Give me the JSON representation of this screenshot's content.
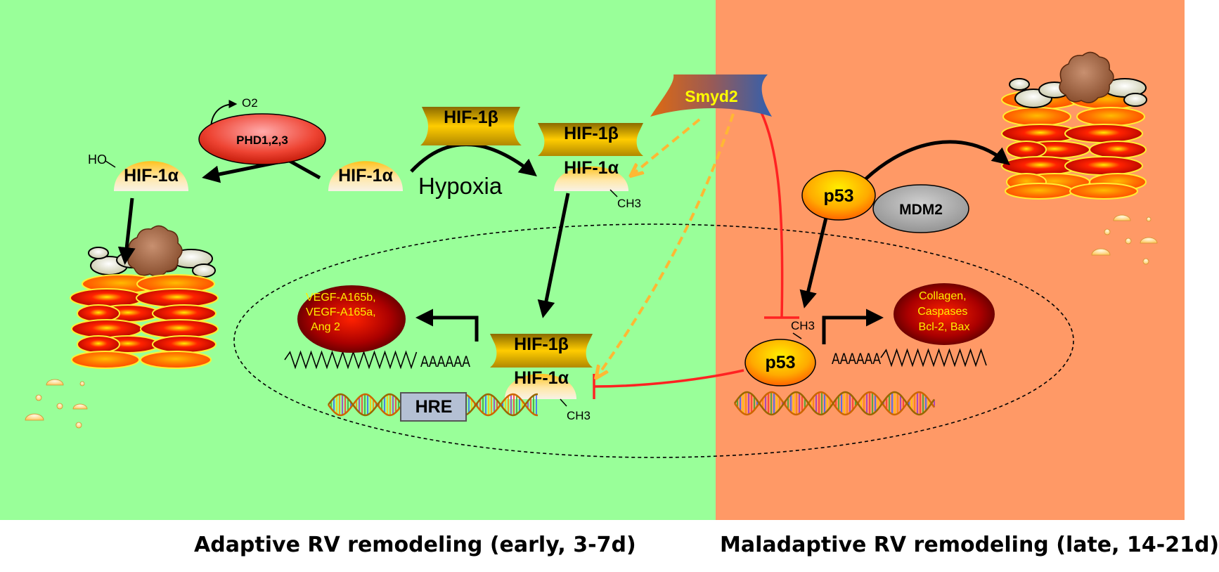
{
  "panels": {
    "left_color": "#99ff99",
    "right_color": "#ff9966"
  },
  "captions": {
    "left": "Adaptive RV remodeling (early, 3-7d)",
    "right": "Maladaptive RV remodeling (late, 14-21d)"
  },
  "labels": {
    "o2": "O2",
    "phd": "PHD1,2,3",
    "ho": "HO",
    "hif1a_hydroxylated": "HIF-1α",
    "hif1a_free": "HIF-1α",
    "hif1b_free": "HIF-1β",
    "hypoxia": "Hypoxia",
    "hif1b_complex": "HIF-1β",
    "hif1a_complex": "HIF-1α",
    "ch3_complex": "CH3",
    "smyd2": "Smyd2",
    "p53_top": "p53",
    "mdm2": "MDM2",
    "p53_nuclear": "p53",
    "ch3_p53": "CH3",
    "hif1b_nuclear": "HIF-1β",
    "hif1a_nuclear": "HIF-1α",
    "ch3_nuclear": "CH3",
    "hre": "HRE",
    "polya_left": "AAAAAA",
    "polya_right": "AAAAAA",
    "vegf_lines": [
      "VEGF-A165b,",
      "VEGF-A165a,",
      "Ang 2"
    ],
    "collagen_lines": [
      "Collagen,",
      "Caspases",
      "Bcl-2, Bax"
    ]
  },
  "colors": {
    "black_arrow": "#000000",
    "inhibition_red": "#ff2222",
    "smyd2_dashed": "#ffb833",
    "smyd2_text": "#ffff00",
    "target_text": "#ffee00",
    "hre_fill": "#b4c0d4"
  }
}
